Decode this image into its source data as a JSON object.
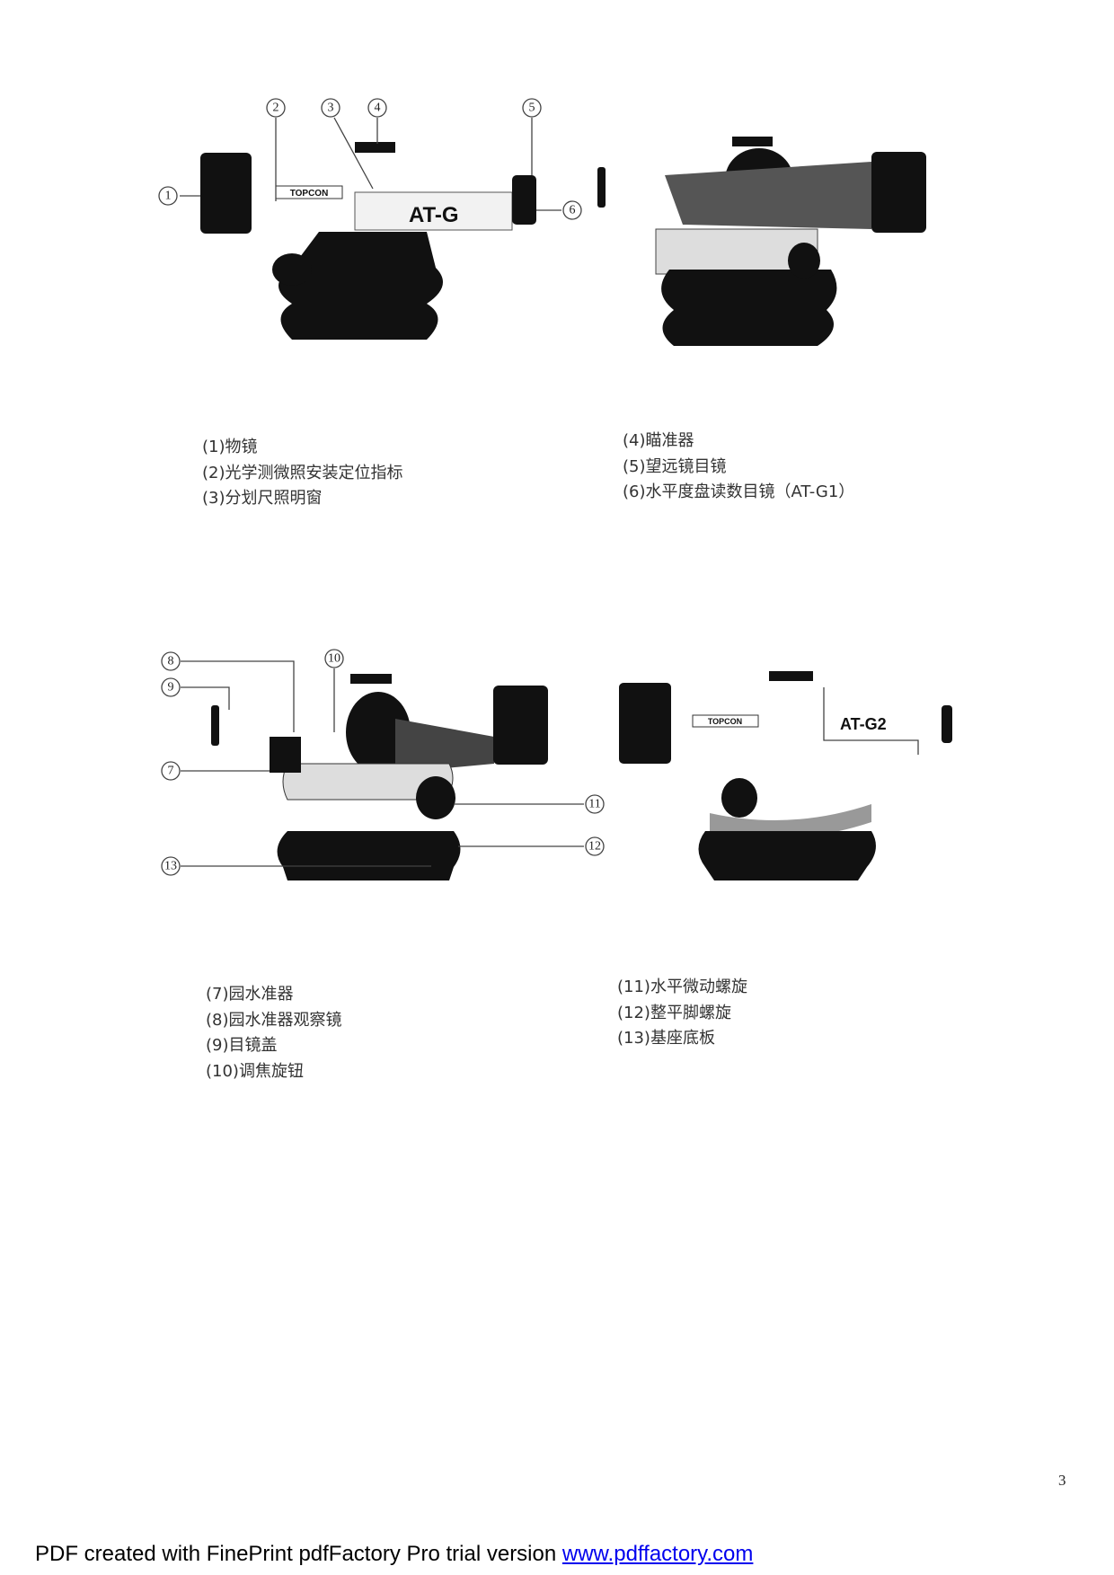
{
  "figures": {
    "fig1": {
      "callouts": [
        "1",
        "2",
        "3",
        "4",
        "5",
        "6"
      ],
      "logo_brand": "TOPCON",
      "logo_model": "AT-G"
    },
    "fig3": {
      "callouts": [
        "7",
        "8",
        "9",
        "10",
        "11",
        "12",
        "13"
      ]
    },
    "fig4": {
      "logo_brand": "TOPCON",
      "logo_model": "AT-G2"
    }
  },
  "captions": {
    "top_left": [
      "(1)物镜",
      "(2)光学测微照安装定位指标",
      "(3)分划尺照明窗"
    ],
    "top_right": [
      "(4)瞄准器",
      "(5)望远镜目镜",
      "(6)水平度盘读数目镜（AT-G1）"
    ],
    "bottom_left": [
      "(7)园水准器",
      "(8)园水准器观察镜",
      "(9)目镜盖",
      "(10)调焦旋钮"
    ],
    "bottom_right": [
      "(11)水平微动螺旋",
      "(12)整平脚螺旋",
      "(13)基座底板"
    ]
  },
  "page_number": "3",
  "footer": {
    "text": "PDF created with FinePrint pdfFactory Pro trial version ",
    "link": "www.pdffactory.com"
  },
  "colors": {
    "link": "#0000ee",
    "ink": "#111111"
  }
}
